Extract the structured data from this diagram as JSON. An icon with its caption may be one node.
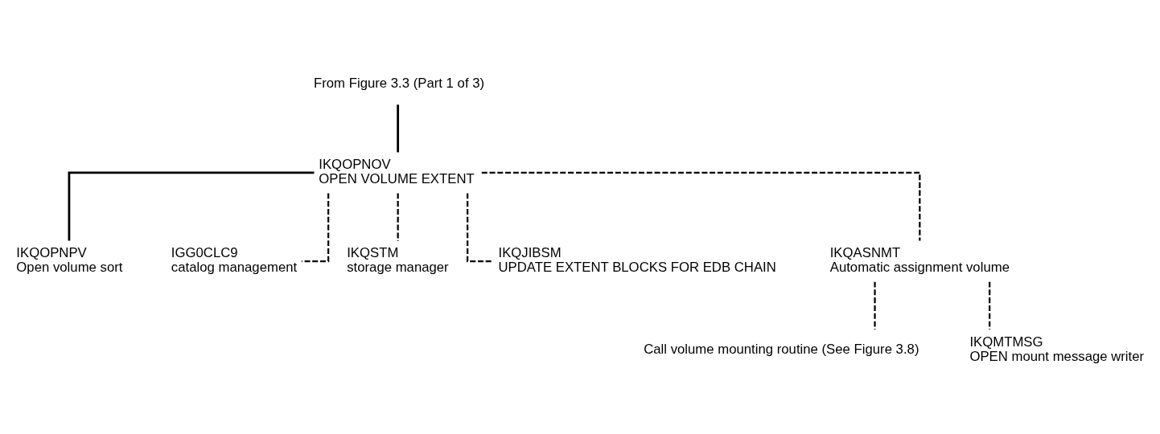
{
  "diagram": {
    "nodes": [
      {
        "text": [
          "From Figure 3.3 (Part 1 of 3)"
        ]
      },
      {
        "text": [
          "IKQOPNOV",
          "OPEN VOLUME EXTENT"
        ]
      },
      {
        "text": [
          "IKQOPNPV",
          "Open volume sort"
        ]
      },
      {
        "text": [
          "IGG0CLC9",
          "catalog management"
        ]
      },
      {
        "text": [
          "IKQSTM",
          "storage manager"
        ]
      },
      {
        "text": [
          "IKQJIBSM",
          "UPDATE EXTENT BLOCKS FOR EDB CHAIN"
        ]
      },
      {
        "text": [
          "IKQASNMT",
          "Automatic assignment volume"
        ]
      },
      {
        "text": [
          "Call volume mounting routine (See Figure 3.8)"
        ]
      },
      {
        "text": [
          "IKQMTMSG",
          "OPEN mount message writer"
        ]
      }
    ],
    "edges": [
      {
        "from": 0,
        "to": 1,
        "arrow": "none"
      },
      {
        "from": 1,
        "to": 2,
        "arrow": "none"
      },
      {
        "from": 1,
        "to": 3,
        "arrow": "none",
        "style": "dashed"
      },
      {
        "from": 1,
        "to": 4,
        "arrow": "none",
        "style": "dashed"
      },
      {
        "from": 1,
        "to": 5,
        "arrow": "none",
        "style": "dashed"
      },
      {
        "from": 1,
        "to": 6,
        "arrow": "none",
        "style": "dashed"
      },
      {
        "from": 6,
        "to": 7,
        "arrow": "none",
        "style": "dashed"
      },
      {
        "from": 6,
        "to": 8,
        "arrow": "none",
        "style": "dashed"
      }
    ]
  }
}
